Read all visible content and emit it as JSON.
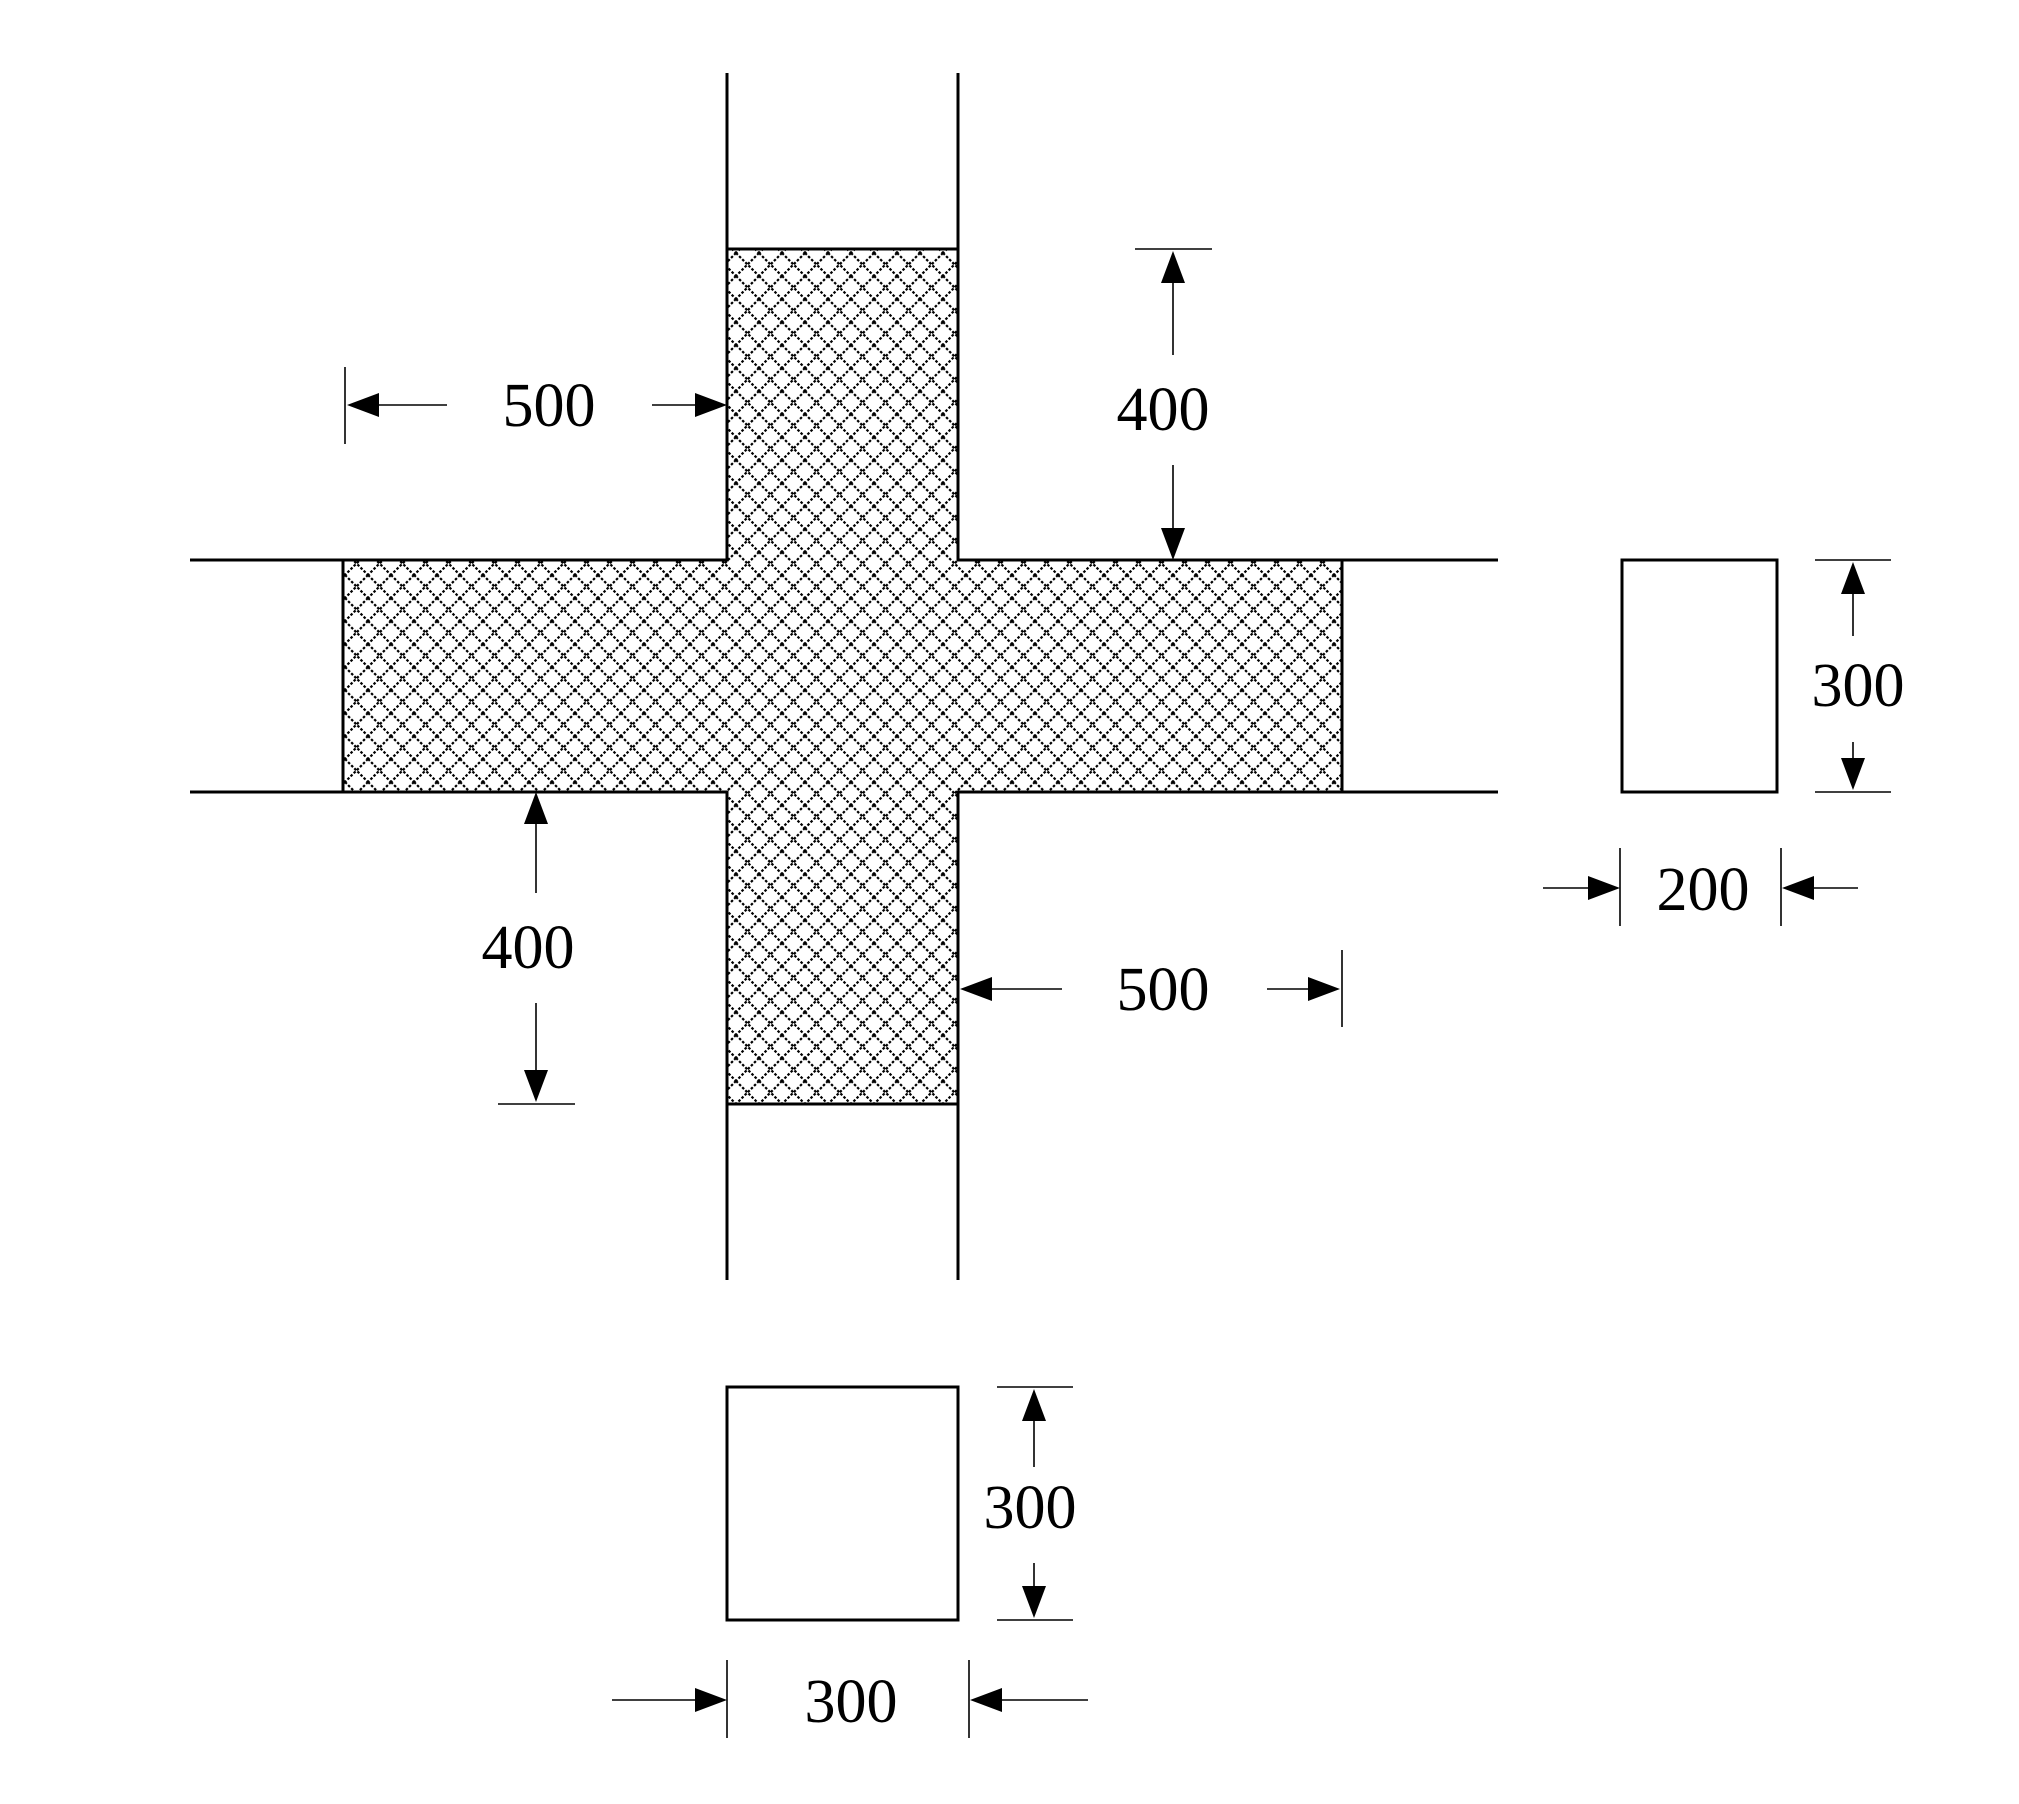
{
  "diagram": {
    "colors": {
      "line": "#000000",
      "background": "#ffffff",
      "hatch": "#000000"
    },
    "dimensions": {
      "column_top_extension": "400",
      "beam_left_extension": "500",
      "column_bottom_extension": "400",
      "beam_right_extension": "500",
      "beam_section_height": "300",
      "beam_section_width": "200",
      "column_section_height": "300",
      "column_section_width": "300"
    }
  }
}
